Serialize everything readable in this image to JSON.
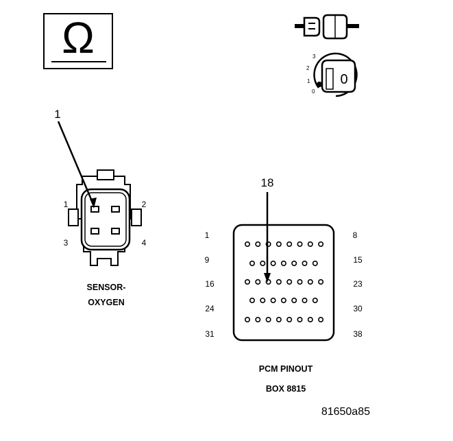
{
  "meter_icon": {
    "symbol": "Ω"
  },
  "ignition_icon": {
    "positions": [
      "3",
      "2",
      "1",
      "0"
    ],
    "key_label": "0"
  },
  "sensor_connector": {
    "callout": "1",
    "pins": [
      "1",
      "2",
      "3",
      "4"
    ],
    "title_line1": "SENSOR-",
    "title_line2": "OXYGEN"
  },
  "pcm_connector": {
    "callout": "18",
    "row_labels_left": [
      "1",
      "9",
      "16",
      "24",
      "31"
    ],
    "row_labels_right": [
      "8",
      "15",
      "23",
      "30",
      "38"
    ],
    "title_line1": "PCM PINOUT",
    "title_line2": "BOX 8815"
  },
  "figure_id": "81650a85"
}
